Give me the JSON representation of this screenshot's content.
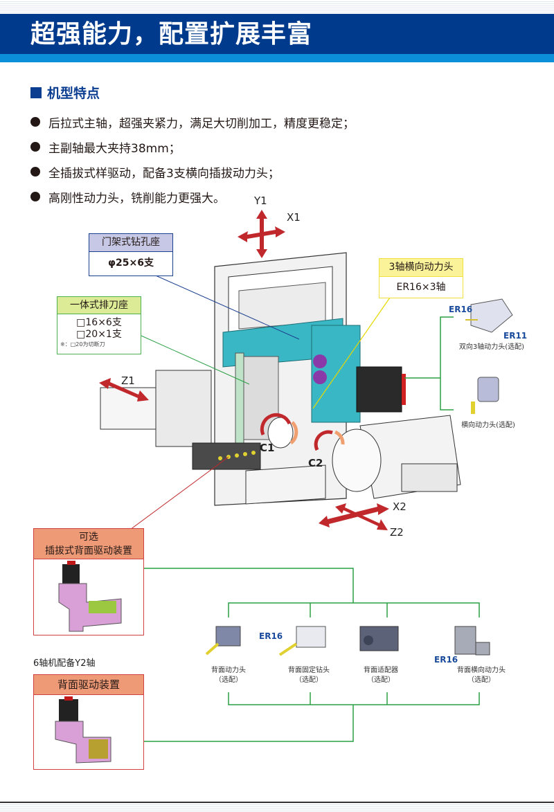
{
  "header": {
    "title": "超强能力，配置扩展丰富"
  },
  "section": {
    "title": "机型特点"
  },
  "features": [
    "后拉式主轴，超强夹紧力，满足大切削加工，精度更稳定；",
    "主副轴最大夹持38mm；",
    "全插拔式样驱动，配备3支横向插拔动力头；",
    "高刚性动力头，铣削能力更强大。"
  ],
  "axes": {
    "y1": "Y1",
    "x1": "X1",
    "z1": "Z1",
    "c1": "C1",
    "c2": "C2",
    "x2": "X2",
    "z2": "Z2"
  },
  "callouts": {
    "gantry": {
      "title": "门架式钻孔座",
      "spec": "φ25×6支"
    },
    "gang": {
      "title": "一体式排刀座",
      "spec1": "□16×6支",
      "spec2": "□20×1支",
      "note": "※：□20为切断刀"
    },
    "cross": {
      "title": "3轴横向动力头",
      "spec": "ER16×3轴"
    }
  },
  "options_right": {
    "item1": {
      "caption": "双向3轴动力头(选配)",
      "er_a": "ER16",
      "er_b": "ER11"
    },
    "item2": {
      "caption": "横向动力头(选配)"
    }
  },
  "back_drive_optional": {
    "title_line1": "可选",
    "title_line2": "插拔式背面驱动装置"
  },
  "six_axis_note": "6轴机配备Y2轴",
  "back_drive": {
    "title": "背面驱动装置"
  },
  "back_tools": [
    {
      "name": "背面动力头",
      "opt": "（选配）",
      "er": ""
    },
    {
      "name": "背面固定钻头",
      "opt": "（选配）",
      "er": "ER16"
    },
    {
      "name": "背面适配器",
      "opt": "（选配）",
      "er": ""
    },
    {
      "name": "背面横向动力头",
      "opt": "（选配）",
      "er": "ER16"
    }
  ],
  "colors": {
    "banner": "#003a8c",
    "strip": "#0a8fd8",
    "accent_blue": "#0b3d91",
    "arrow_red": "#c0282c",
    "line_green": "#2aa044"
  }
}
